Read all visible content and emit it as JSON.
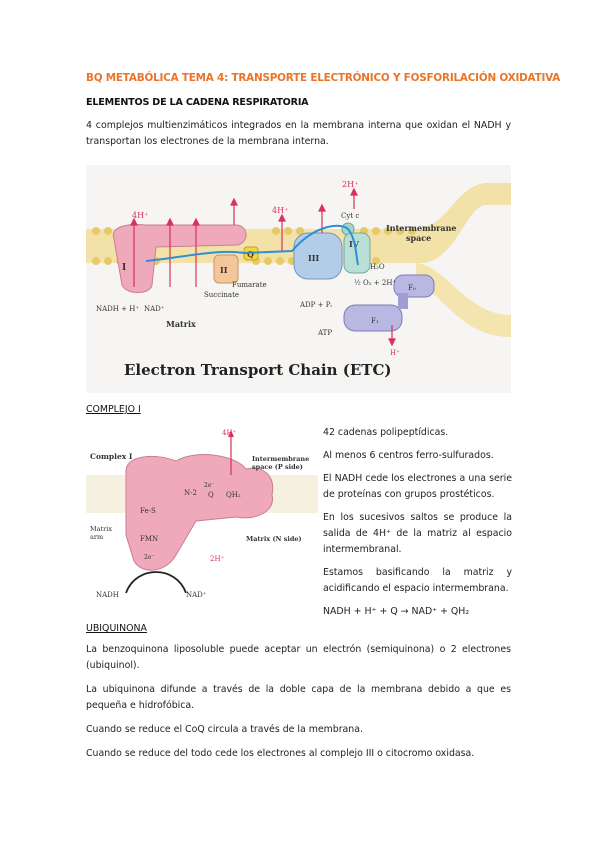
{
  "header": {
    "title": "BQ METABÓLICA TEMA 4: TRANSPORTE ELECTRÓNICO Y FOSFORILACIÓN OXIDATIVA",
    "section": "ELEMENTOS DE LA CADENA RESPIRATORIA"
  },
  "intro": "4 complejos multienzimáticos integrados en la membrana interna que oxidan el NADH y transportan los electrones de la membrana interna.",
  "figure1": {
    "caption": "Electron Transport Chain (ETC)",
    "labels": {
      "h4a": "4H⁺",
      "h4b": "4H⁺",
      "h2": "2H⁺",
      "cytc": "Cyt c",
      "intermembrane": "Intermembrane",
      "space": "space",
      "c1": "I",
      "c2": "II",
      "c3": "III",
      "c4": "IV",
      "q": "Q",
      "nadh": "NADH + H⁺",
      "nad": "NAD⁺",
      "matrix": "Matrix",
      "succinate": "Succinate",
      "fumarate": "Fumarate",
      "h2o": "H₂O",
      "o2": "½ O₂ + 2H⁺",
      "adp": "ADP + Pᵢ",
      "atp": "ATP",
      "fo": "F₀",
      "f1": "F₁",
      "h": "H⁺"
    }
  },
  "complejo1": {
    "heading": "COMPLEJO I",
    "figure": {
      "complex": "Complex I",
      "h4": "4H⁺",
      "intermembrane": "Intermembrane",
      "pside": "space (P side)",
      "n2": "N-2",
      "e": "2e⁻",
      "q": "Q",
      "qh2": "QH₂",
      "fes": "Fe-S",
      "fmn": "FMN",
      "matrix_arm1": "Matrix",
      "matrix_arm2": "arm",
      "e2": "2e⁻",
      "matrix_n": "Matrix (N side)",
      "h2": "2H⁺",
      "nadh": "NADH",
      "nad": "NAD⁺"
    },
    "points": [
      "42 cadenas polipeptídicas.",
      "Al menos 6 centros ferro-sulfurados.",
      "El NADH cede los electrones a una serie de proteínas con grupos prostéticos.",
      "En los sucesivos saltos se produce la salida de 4H⁺ de la matriz al espacio intermembranal.",
      "Estamos basificando la matriz y acidificando el espacio intermembrana.",
      "NADH + H⁺ + Q → NAD⁺ + QH₂"
    ]
  },
  "ubiquinona": {
    "heading": "UBIQUINONA",
    "paragraphs": [
      "La benzoquinona liposoluble puede aceptar un electrón (semiquinona) o 2 electrones (ubiquinol).",
      "La ubiquinona difunde a través de la doble capa de la membrana debido a que es pequeña e hidrofóbica.",
      "Cuando se reduce el CoQ circula a través de la membrana.",
      "Cuando se reduce del todo cede los electrones al complejo III o citocromo oxidasa."
    ]
  },
  "colors": {
    "title": "#e8752a",
    "membrane": "#e6ca68",
    "complex1": "#f0a9bb",
    "arrow": "#2f8fd6",
    "proton": "#d8315b"
  }
}
